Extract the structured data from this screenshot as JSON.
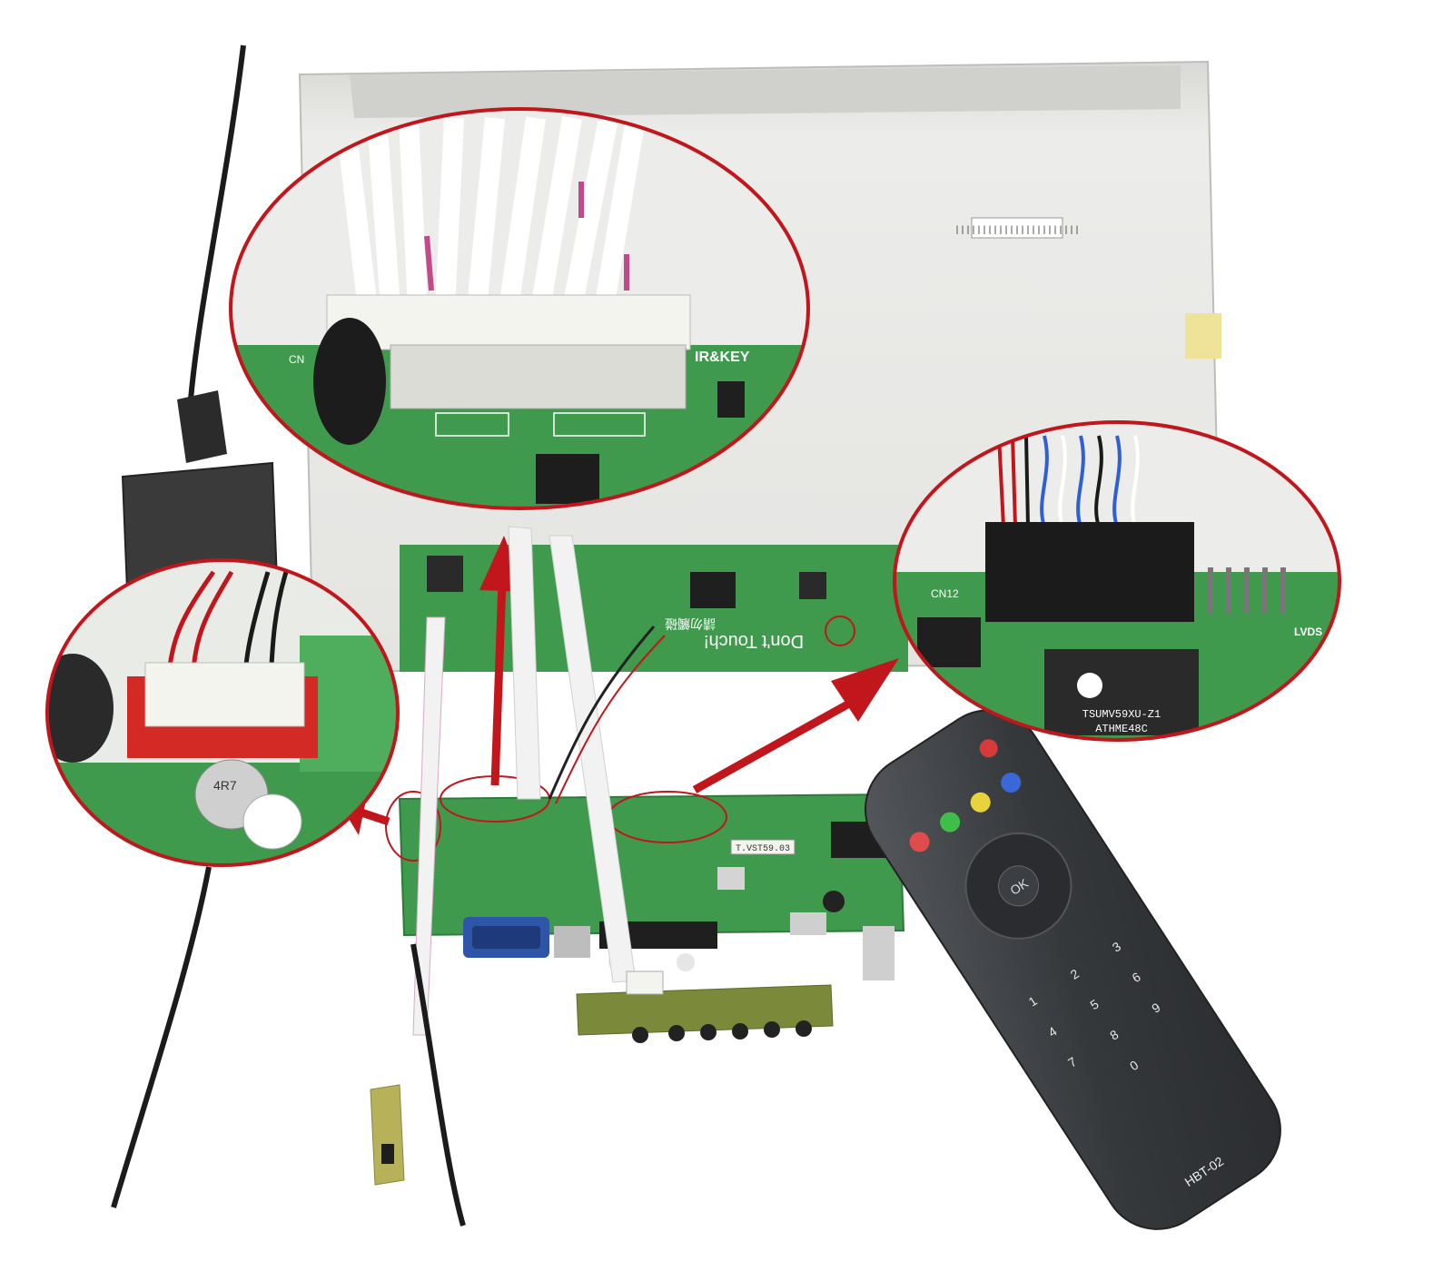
{
  "colors": {
    "background": "#ffffff",
    "panel": "#e9e9e6",
    "pcb": "#3f9a4e",
    "pcb_dark": "#2c7a3c",
    "callout": "#c0161c",
    "cable": "#f2f2f2",
    "remote": "#3a3d40",
    "connector": "#f4f4ef",
    "red_housing": "#d42a26"
  },
  "panel": {
    "barcode_text": "|||||||||||||||||||||||",
    "flex_label": "Don't Touch!",
    "flex_chinese": "請勿觸碰"
  },
  "callout_cn": {
    "header_label": "IR&KEY",
    "side_label": "CN"
  },
  "callout_lvds": {
    "header_label": "LVDS",
    "chip_label_1": "TSUMV59XU-Z1",
    "chip_label_2": "ATHME48C",
    "pcb_label": "CN12"
  },
  "callout_power": {
    "cap_label": "4R7"
  },
  "mainboard": {
    "model_label": "T.VST59.03"
  },
  "remote": {
    "model": "HBT-02",
    "ok_label": "OK",
    "digits": [
      "1",
      "2",
      "3",
      "4",
      "5",
      "6",
      "7",
      "8",
      "9",
      "0"
    ]
  },
  "icons": [
    "power-icon",
    "arrow-icon"
  ]
}
